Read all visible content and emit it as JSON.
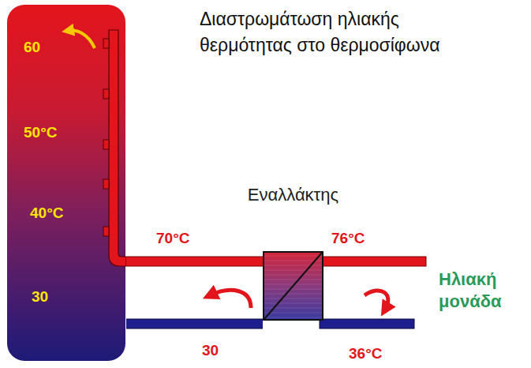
{
  "diagram": {
    "title": "Διαστρωμάτωση ηλιακής θερμότητας στο θερμοσίφωνα",
    "nodes": [
      {
        "text": [
          "60",
          "50°C",
          "40°C",
          "30"
        ]
      },
      {
        "text": [
          "Εναλλάκτης"
        ]
      }
    ],
    "edges": [
      {
        "from": 0,
        "to": 1,
        "arrow": "none",
        "label": "70°C"
      },
      {
        "from": 1,
        "to": 0,
        "arrow": "none",
        "label": "30"
      }
    ],
    "labels": [
      "76°C",
      "36°C",
      "Ηλιακή μονάδα"
    ]
  }
}
